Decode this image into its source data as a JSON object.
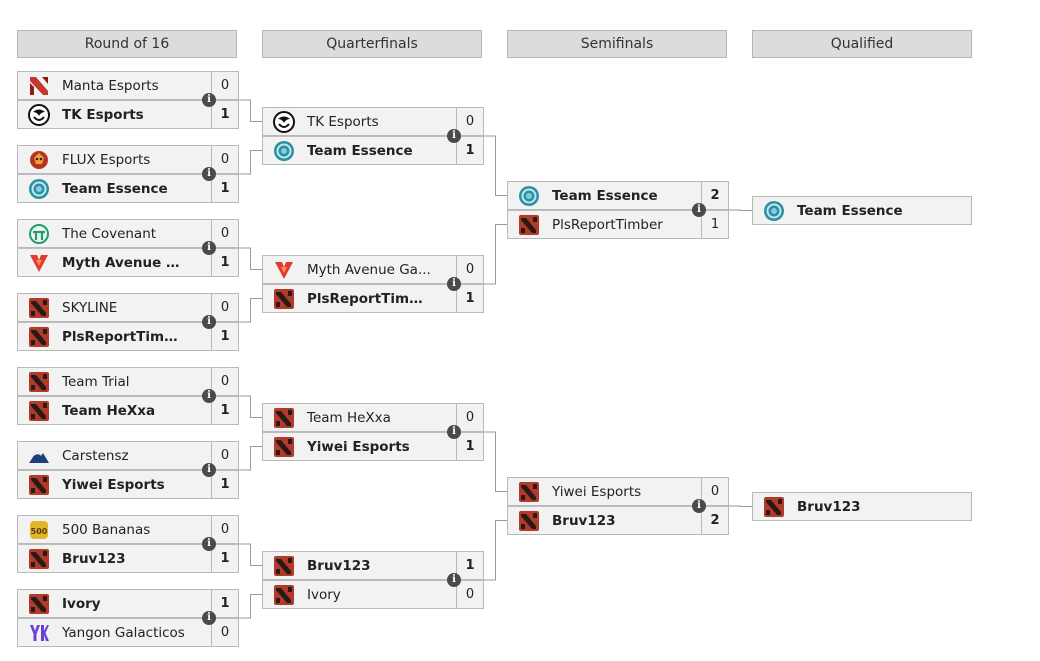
{
  "headers": [
    "Round of 16",
    "Quarterfinals",
    "Semifinals",
    "Qualified"
  ],
  "r16": [
    {
      "t1": "Manta Esports",
      "s1": "0",
      "l1": "manta",
      "t2": "TK Esports",
      "s2": "1",
      "l2": "tk",
      "w": 2
    },
    {
      "t1": "FLUX Esports",
      "s1": "0",
      "l1": "flux",
      "t2": "Team Essence",
      "s2": "1",
      "l2": "essence",
      "w": 2
    },
    {
      "t1": "The Covenant",
      "s1": "0",
      "l1": "covenant",
      "t2": "Myth Avenue Ga...",
      "s2": "1",
      "l2": "myth",
      "w": 2
    },
    {
      "t1": "SKYLINE",
      "s1": "0",
      "l1": "dota",
      "t2": "PlsReportTimber",
      "s2": "1",
      "l2": "dota",
      "w": 2
    },
    {
      "t1": "Team Trial",
      "s1": "0",
      "l1": "dota",
      "t2": "Team HeXxa",
      "s2": "1",
      "l2": "dota",
      "w": 2
    },
    {
      "t1": "Carstensz",
      "s1": "0",
      "l1": "carstensz",
      "t2": "Yiwei Esports",
      "s2": "1",
      "l2": "dota",
      "w": 2
    },
    {
      "t1": "500 Bananas",
      "s1": "0",
      "l1": "banana",
      "t2": "Bruv123",
      "s2": "1",
      "l2": "dota",
      "w": 2
    },
    {
      "t1": "Ivory",
      "s1": "1",
      "l1": "dota",
      "t2": "Yangon Galacticos",
      "s2": "0",
      "l2": "yangon",
      "w": 1
    }
  ],
  "qf": [
    {
      "t1": "TK Esports",
      "s1": "0",
      "l1": "tk",
      "t2": "Team Essence",
      "s2": "1",
      "l2": "essence",
      "w": 2
    },
    {
      "t1": "Myth Avenue Ga...",
      "s1": "0",
      "l1": "myth",
      "t2": "PlsReportTimber",
      "s2": "1",
      "l2": "dota",
      "w": 2
    },
    {
      "t1": "Team HeXxa",
      "s1": "0",
      "l1": "dota",
      "t2": "Yiwei Esports",
      "s2": "1",
      "l2": "dota",
      "w": 2
    },
    {
      "t1": "Bruv123",
      "s1": "1",
      "l1": "dota",
      "t2": "Ivory",
      "s2": "0",
      "l2": "dota",
      "w": 1
    }
  ],
  "sf": [
    {
      "t1": "Team Essence",
      "s1": "2",
      "l1": "essence",
      "t2": "PlsReportTimber",
      "s2": "1",
      "l2": "dota",
      "w": 1
    },
    {
      "t1": "Yiwei Esports",
      "s1": "0",
      "l1": "dota",
      "t2": "Bruv123",
      "s2": "2",
      "l2": "dota",
      "w": 2
    }
  ],
  "qualified": [
    {
      "t": "Team Essence",
      "l": "essence"
    },
    {
      "t": "Bruv123",
      "l": "dota"
    }
  ],
  "info_glyph": "i",
  "colors": {
    "header_bg": "#dcdcdc",
    "row_bg": "#f2f2f2",
    "border": "#b9b9b9",
    "dota_red": "#b23a2a"
  }
}
